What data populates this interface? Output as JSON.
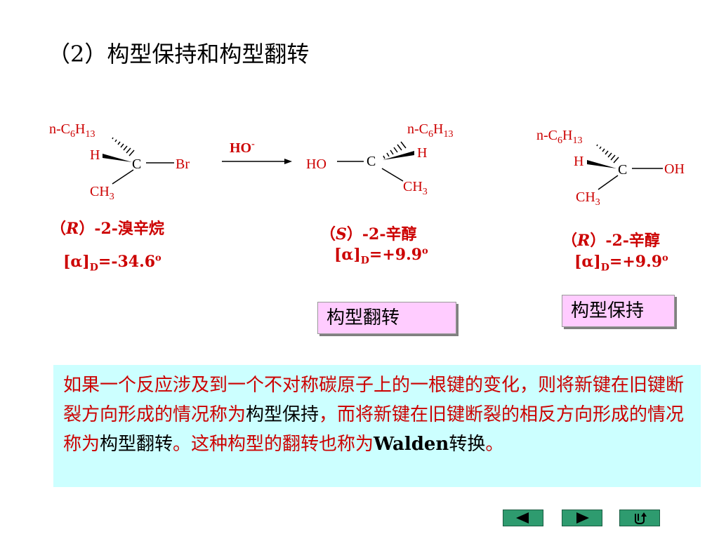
{
  "title": "（2）构型保持和构型翻转",
  "reaction": {
    "reactant": {
      "group_top": "n-C6H13",
      "h": "H",
      "c": "C",
      "leaving": "Br",
      "ch3": "CH3"
    },
    "reagent": {
      "text": "HO",
      "charge": "-"
    },
    "product": {
      "ho": "HO",
      "c": "C",
      "group_top": "n-C6H13",
      "h": "H",
      "ch3": "CH3"
    },
    "retained": {
      "group_top": "n-C6H13",
      "h": "H",
      "c": "C",
      "oh": "OH",
      "ch3": "CH3"
    }
  },
  "compounds": [
    {
      "prefix": "（",
      "config": "R",
      "suffix": "）-2-溴辛烷",
      "rotation": {
        "label": "[α]",
        "sub": "D",
        "value": "=-34.6",
        "sup": "o"
      }
    },
    {
      "prefix": "（",
      "config": "S",
      "suffix": "）-2-辛醇",
      "rotation": {
        "label": "[α]",
        "sub": "D",
        "value": "=+9.9",
        "sup": "o"
      }
    },
    {
      "prefix": "（",
      "config": "R",
      "suffix": "）-2-辛醇",
      "rotation": {
        "label": "[α]",
        "sub": "D",
        "value": "=+9.9",
        "sup": "o"
      }
    }
  ],
  "tags": {
    "inversion": "构型翻转",
    "retention": "构型保持"
  },
  "note": {
    "p1": "如果一个反应涉及到一个不对称碳原子上的一根键的变化，则将新键在旧键断裂方向形成的情况称为",
    "t1": "构型保持",
    "p2": "，而将新键在旧键断裂的相反方向形成的情况称为",
    "t2": "构型翻转",
    "p3": "。这种构型的翻转也称为",
    "walden": "Walden",
    "t3": "转换",
    "p4": "。"
  },
  "nav": [
    "prev-icon",
    "next-icon",
    "return-icon"
  ],
  "colors": {
    "accent": "#cc0000",
    "note_bg": "#ccffff",
    "tag_bg": "#ffccff",
    "nav": "#2e9b6f"
  }
}
